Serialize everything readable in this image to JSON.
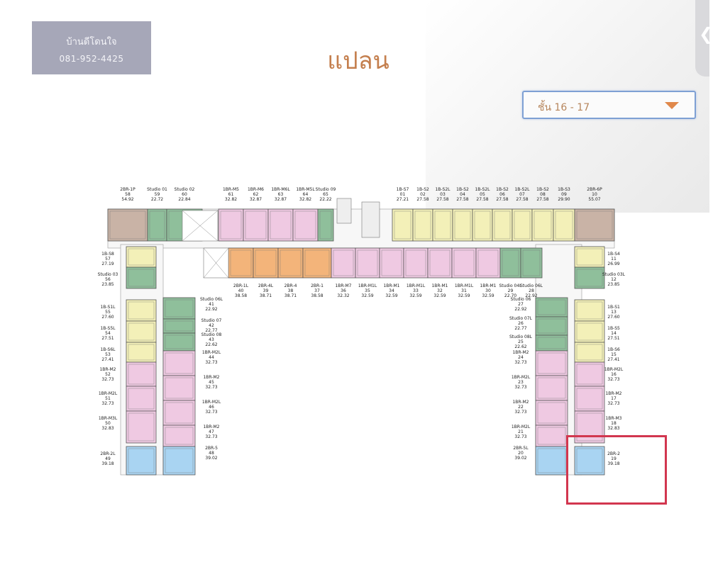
{
  "brand": {
    "name": "บ้านดีโดนใจ",
    "phone": "081-952-4425"
  },
  "page_title": "แปลน",
  "side_tab": {
    "icon": "chevron-left-icon",
    "glyph": "❮"
  },
  "floor_select": {
    "value": "ชั้น 16 - 17",
    "icon": "caret-down-icon"
  },
  "highlight": {
    "unit": "2BR-2",
    "color": "#d2364f"
  },
  "floor_plan": {
    "top_row": [
      {
        "type": "2BR-1P",
        "no": "58",
        "size": "54.92"
      },
      {
        "type": "Studio 01",
        "no": "59",
        "size": "22.72"
      },
      {
        "type": "Studio 02",
        "no": "60",
        "size": "22.84"
      },
      {
        "type": "1BR-M5",
        "no": "61",
        "size": "32.82"
      },
      {
        "type": "1BR-M6",
        "no": "62",
        "size": "32.87"
      },
      {
        "type": "1BR-M6L",
        "no": "63",
        "size": "32.87"
      },
      {
        "type": "1BR-M5L",
        "no": "64",
        "size": "32.82"
      },
      {
        "type": "Studio 09",
        "no": "65",
        "size": "22.22"
      },
      {
        "type": "1B-S7",
        "no": "01",
        "size": "27.21"
      },
      {
        "type": "1B-S2",
        "no": "02",
        "size": "27.58"
      },
      {
        "type": "1B-S2L",
        "no": "03",
        "size": "27.58"
      },
      {
        "type": "1B-S2",
        "no": "04",
        "size": "27.58"
      },
      {
        "type": "1B-S2L",
        "no": "05",
        "size": "27.58"
      },
      {
        "type": "1B-S2",
        "no": "06",
        "size": "27.58"
      },
      {
        "type": "1B-S2L",
        "no": "07",
        "size": "27.58"
      },
      {
        "type": "1B-S2",
        "no": "08",
        "size": "27.58"
      },
      {
        "type": "1B-S3",
        "no": "09",
        "size": "29.90"
      },
      {
        "type": "2BR-6P",
        "no": "10",
        "size": "55.07"
      }
    ],
    "inner_row": [
      {
        "type": "2BR-1L",
        "no": "40",
        "size": "38.58"
      },
      {
        "type": "2BR-4L",
        "no": "39",
        "size": "38.71"
      },
      {
        "type": "2BR-4",
        "no": "38",
        "size": "38.71"
      },
      {
        "type": "2BR-1",
        "no": "37",
        "size": "38.58"
      },
      {
        "type": "1BR-M7",
        "no": "36",
        "size": "32.32"
      },
      {
        "type": "1BR-M1L",
        "no": "35",
        "size": "32.59"
      },
      {
        "type": "1BR-M1",
        "no": "34",
        "size": "32.59"
      },
      {
        "type": "1BR-M1L",
        "no": "33",
        "size": "32.59"
      },
      {
        "type": "1BR-M1",
        "no": "32",
        "size": "32.59"
      },
      {
        "type": "1BR-M1L",
        "no": "31",
        "size": "32.59"
      },
      {
        "type": "1BR-M1",
        "no": "30",
        "size": "32.59"
      },
      {
        "type": "Studio 04L",
        "no": "29",
        "size": "22.70"
      },
      {
        "type": "Studio 06L",
        "no": "28",
        "size": "22.92"
      }
    ],
    "left_outer": [
      {
        "type": "1B-S8",
        "no": "57",
        "size": "27.19"
      },
      {
        "type": "Studio 03",
        "no": "56",
        "size": "23.85"
      },
      {
        "type": "1B-S1L",
        "no": "55",
        "size": "27.60"
      },
      {
        "type": "1B-S5L",
        "no": "54",
        "size": "27.51"
      },
      {
        "type": "1B-S6L",
        "no": "53",
        "size": "27.41"
      },
      {
        "type": "1BR-M2",
        "no": "52",
        "size": "32.73"
      },
      {
        "type": "1BR-M2L",
        "no": "51",
        "size": "32.73"
      },
      {
        "type": "1BR-M3L",
        "no": "50",
        "size": "32.83"
      },
      {
        "type": "2BR-2L",
        "no": "49",
        "size": "39.18"
      }
    ],
    "left_inner": [
      {
        "type": "Studio 06L",
        "no": "41",
        "size": "22.92"
      },
      {
        "type": "Studio 07",
        "no": "42",
        "size": "22.77"
      },
      {
        "type": "Studio 08",
        "no": "43",
        "size": "22.62"
      },
      {
        "type": "1BR-M2L",
        "no": "44",
        "size": "32.73"
      },
      {
        "type": "1BR-M2",
        "no": "45",
        "size": "32.73"
      },
      {
        "type": "1BR-M2L",
        "no": "46",
        "size": "32.73"
      },
      {
        "type": "1BR-M2",
        "no": "47",
        "size": "32.73"
      },
      {
        "type": "2BR-5",
        "no": "48",
        "size": "39.02"
      }
    ],
    "right_inner": [
      {
        "type": "Studio 06",
        "no": "27",
        "size": "22.92"
      },
      {
        "type": "Studio 07L",
        "no": "26",
        "size": "22.77"
      },
      {
        "type": "Studio 08L",
        "no": "25",
        "size": "22.62"
      },
      {
        "type": "1BR-M2",
        "no": "24",
        "size": "32.73"
      },
      {
        "type": "1BR-M2L",
        "no": "23",
        "size": "32.73"
      },
      {
        "type": "1BR-M2",
        "no": "22",
        "size": "32.73"
      },
      {
        "type": "1BR-M2L",
        "no": "21",
        "size": "32.73"
      },
      {
        "type": "2BR-5L",
        "no": "20",
        "size": "39.02"
      }
    ],
    "right_outer": [
      {
        "type": "1B-S4",
        "no": "11",
        "size": "26.99"
      },
      {
        "type": "Studio 03L",
        "no": "12",
        "size": "23.85"
      },
      {
        "type": "1B-S1",
        "no": "13",
        "size": "27.60"
      },
      {
        "type": "1B-S5",
        "no": "14",
        "size": "27.51"
      },
      {
        "type": "1B-S6",
        "no": "15",
        "size": "27.41"
      },
      {
        "type": "1BR-M2L",
        "no": "16",
        "size": "32.73"
      },
      {
        "type": "1BR-M2",
        "no": "17",
        "size": "32.73"
      },
      {
        "type": "1BR-M3",
        "no": "18",
        "size": "32.83"
      },
      {
        "type": "2BR-2",
        "no": "19",
        "size": "39.18"
      }
    ],
    "colors": {
      "two_bed_large": "#c9b3a6",
      "studio": "#8fbf9b",
      "one_bed_m": "#efc9e2",
      "one_bed_s": "#f3f0b8",
      "two_bed_inner": "#f3b47a",
      "two_bed_corner": "#a9d4f2",
      "core": "#e6e6e6"
    }
  }
}
